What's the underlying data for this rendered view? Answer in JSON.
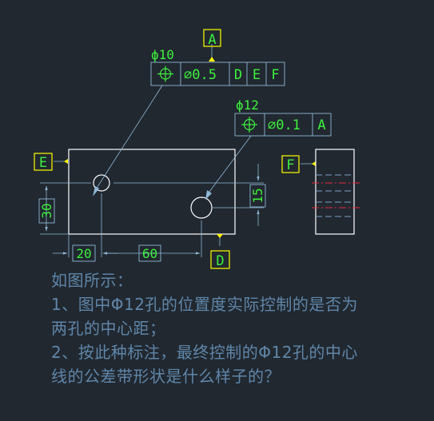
{
  "datum_labels": {
    "a": "A",
    "d": "D",
    "e": "E",
    "f": "F"
  },
  "fcf_upper": {
    "size": "ϕ10",
    "symbol_icon": "position-symbol",
    "tolerance": "∅0.5",
    "datums": [
      "D",
      "E",
      "F"
    ]
  },
  "fcf_lower": {
    "size": "ϕ12",
    "symbol_icon": "position-symbol",
    "tolerance": "∅0.1",
    "datums": [
      "A"
    ]
  },
  "dimensions": {
    "left_offset": "20",
    "hole_spacing_x": "60",
    "height_30": "30",
    "height_15": "15"
  },
  "question": {
    "line1": "如图所示：",
    "line2": "1、图中Φ12孔的位置度实际控制的是否为",
    "line3": "两孔的中心距；",
    "line4": "2、按此种标注，最终控制的Φ12孔的中心",
    "line5": "线的公差带形状是什么样子的？"
  },
  "colors": {
    "background": "#212830",
    "outline": "#ffffff",
    "dim_line": "#8fb8d6",
    "text_green": "#3ef03e",
    "datum_box": "#ffff00",
    "hidden": "#7fa0c8",
    "section_red": "#e8283c",
    "question_text": "#5f86a9"
  }
}
